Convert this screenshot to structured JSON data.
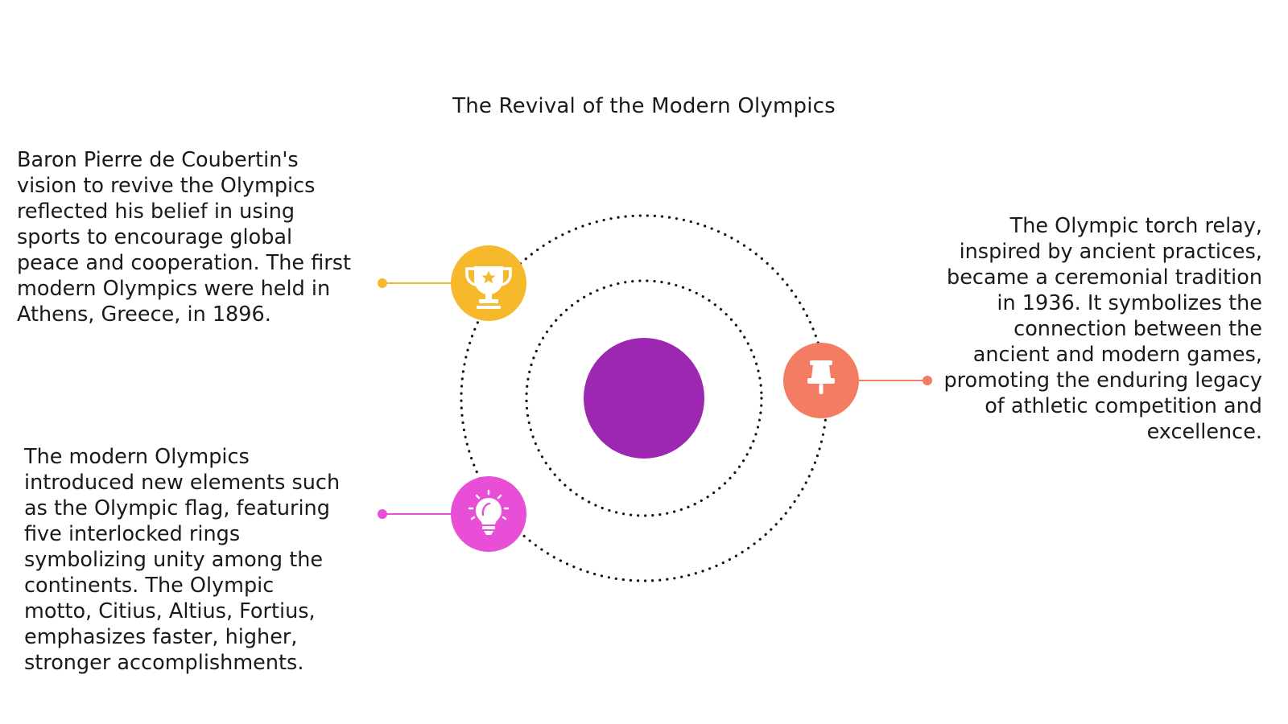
{
  "title": "The Revival of the Modern Olympics",
  "items": [
    {
      "icon": "trophy-icon",
      "color": "#F5B92B",
      "text": "Baron Pierre de Coubertin's vision to revive the Olympics reflected his belief in using sports to encourage global peace and cooperation. The first modern Olympics were held in Athens, Greece, in 1896."
    },
    {
      "icon": "pushpin-icon",
      "color": "#F47C63",
      "text": "The Olympic torch relay, inspired by ancient practices, became a ceremonial tradition in 1936. It symbolizes the connection between the ancient and modern games, promoting the enduring legacy of athletic competition and excellence."
    },
    {
      "icon": "lightbulb-icon",
      "color": "#E84FD6",
      "text": "The modern Olympics introduced new elements such as the Olympic flag, featuring five interlocked rings symbolizing unity among the continents. The Olympic motto, Citius, Altius, Fortius, emphasizes faster, higher, stronger accomplishments."
    }
  ],
  "center_color": "#9C27B0"
}
